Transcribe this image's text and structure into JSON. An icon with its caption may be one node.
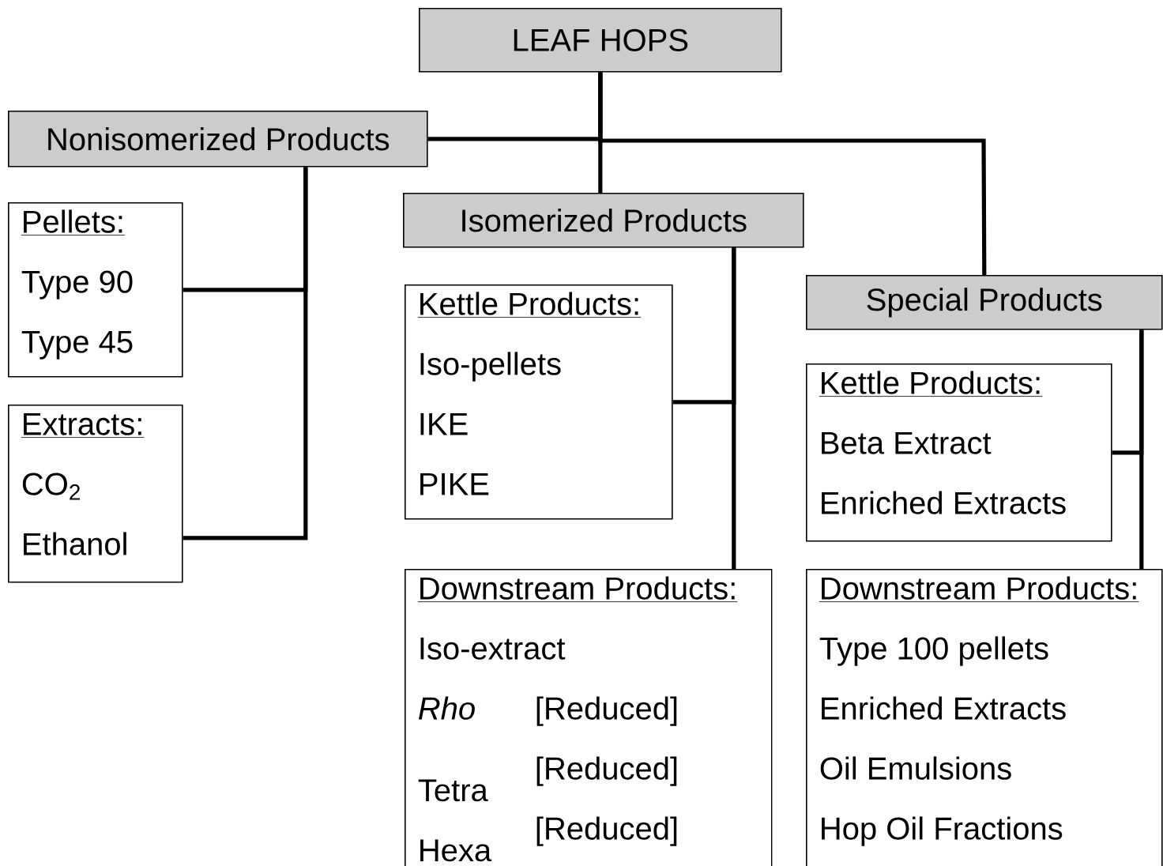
{
  "diagram": {
    "nodes": [
      {
        "text": [
          "LEAF HOPS"
        ]
      },
      {
        "text": [
          "Nonisomerized Products"
        ]
      },
      {
        "text": [
          "Isomerized Products"
        ]
      },
      {
        "text": [
          "Special Products"
        ]
      },
      {
        "text": [
          "Pellets:",
          "Type 90",
          "Type 45"
        ]
      },
      {
        "text": [
          "Extracts:",
          "CO$_{2}$",
          "Ethanol"
        ]
      },
      {
        "text": [
          "Kettle Products:",
          "Iso-pellets",
          "IKE",
          "PIKE"
        ]
      },
      {
        "text": [
          "Downstream Products:",
          "Iso-extract",
          "Rho",
          "[Reduced]",
          "Tetra",
          "[Reduced]",
          "Hexa",
          "[Reduced]"
        ]
      },
      {
        "text": [
          "Kettle Products:",
          "Beta Extract",
          "Enriched Extracts"
        ]
      },
      {
        "text": [
          "Downstream Products:",
          "Type 100 pellets",
          "Enriched Extracts",
          "Oil Emulsions",
          "Hop Oil Fractions"
        ]
      }
    ],
    "edges": [
      {
        "from": 0,
        "to": 1,
        "arrow": "none"
      },
      {
        "from": 0,
        "to": 2,
        "arrow": "none"
      },
      {
        "from": 0,
        "to": 3,
        "arrow": "none"
      },
      {
        "from": 1,
        "to": 4,
        "arrow": "none"
      },
      {
        "from": 1,
        "to": 5,
        "arrow": "none"
      },
      {
        "from": 2,
        "to": 6,
        "arrow": "none"
      },
      {
        "from": 2,
        "to": 7,
        "arrow": "none"
      },
      {
        "from": 3,
        "to": 8,
        "arrow": "none"
      },
      {
        "from": 3,
        "to": 9,
        "arrow": "none"
      }
    ]
  }
}
